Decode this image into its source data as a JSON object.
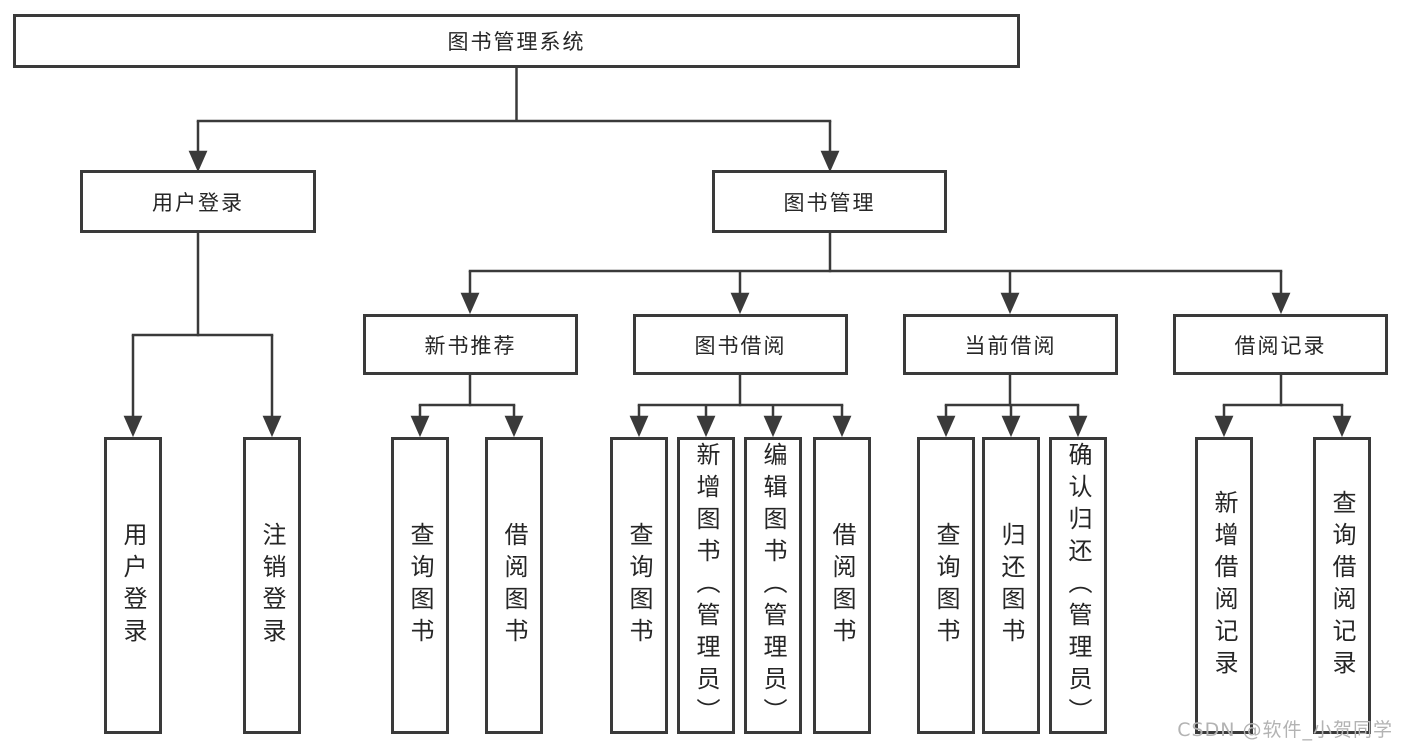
{
  "tree": {
    "root": "图书管理系统",
    "level2": [
      "用户登录",
      "图书管理"
    ],
    "level3": [
      "新书推荐",
      "图书借阅",
      "当前借阅",
      "借阅记录"
    ],
    "leaves": [
      "用户登录",
      "注销登录",
      "查询图书",
      "借阅图书",
      "查询图书",
      "新增图书（管理员）",
      "编辑图书（管理员）",
      "借阅图书",
      "查询图书",
      "归还图书",
      "确认归还（管理员）",
      "新增借阅记录",
      "查询借阅记录"
    ]
  },
  "watermark": "CSDN @软件_小贺同学",
  "colors": {
    "line": "#3a3a3a",
    "text": "#262626",
    "watermark": "#b3b3b3",
    "background": "#ffffff"
  }
}
